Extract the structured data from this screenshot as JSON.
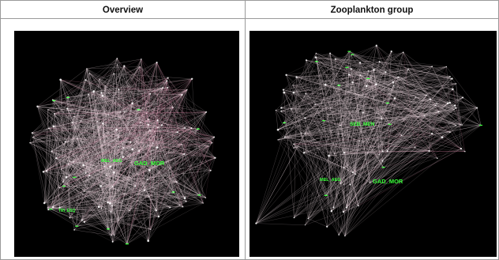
{
  "panels": [
    {
      "title": "Overview",
      "labels": [
        {
          "text": "GAD_MOR",
          "size": "large"
        },
        {
          "text": "MEL_AEG",
          "size": "small"
        },
        {
          "text": "TRI_ESQ",
          "size": "small"
        }
      ]
    },
    {
      "title": "Zooplankton group",
      "labels": [
        {
          "text": "SEB_MEN",
          "size": "medium"
        },
        {
          "text": "GAD_MOR",
          "size": "large"
        },
        {
          "text": "MEL_AEG",
          "size": "small"
        }
      ]
    }
  ],
  "colors": {
    "edge": "#e8d6dc",
    "edge_pink": "#d987a6",
    "node_label": "#39ff39",
    "panel_bg": "#000000"
  }
}
